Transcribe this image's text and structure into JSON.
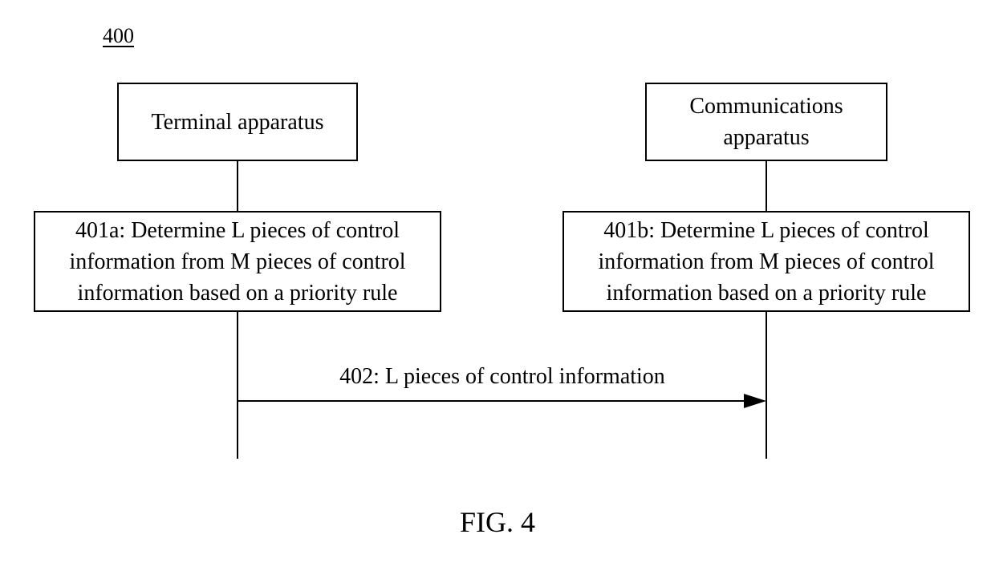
{
  "figure": {
    "reference": "400",
    "caption": "FIG. 4"
  },
  "participants": {
    "terminal": {
      "lines": [
        "Terminal apparatus"
      ]
    },
    "communications": {
      "lines": [
        "Communications",
        "apparatus"
      ]
    }
  },
  "steps": {
    "step_401a": {
      "lines": [
        "401a: Determine L pieces of control",
        "information from M pieces of control",
        "information based on a priority rule"
      ]
    },
    "step_401b": {
      "lines": [
        "401b: Determine L pieces of control",
        "information from M pieces of control",
        "information based on a priority rule"
      ]
    }
  },
  "messages": {
    "msg_402": {
      "label": "402: L pieces of control information",
      "from": "terminal",
      "to": "communications"
    }
  }
}
